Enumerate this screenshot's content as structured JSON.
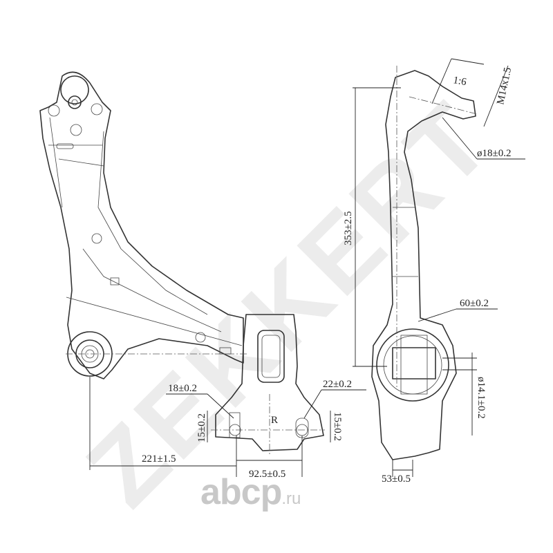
{
  "watermark": "ZEKKERT",
  "logo": {
    "main": "abcp",
    "suffix": ".ru"
  },
  "dimensions": {
    "taper": "1:6",
    "thread": "M14x1.5",
    "ball_pin_dia": "ø18±0.2",
    "height": "353±2.5",
    "bushing_width": "60±0.2",
    "bolt_hole_dia": "ø14.1±0.2",
    "bracket_width": "53±0.5",
    "slot_left_width": "18±0.2",
    "slot_right_width": "22±0.2",
    "slot_left_height": "15±0.2",
    "slot_right_height": "15±0.2",
    "slot_radius": "R",
    "center_distance": "221±1.5",
    "slot_spacing": "92.5±0.5"
  }
}
